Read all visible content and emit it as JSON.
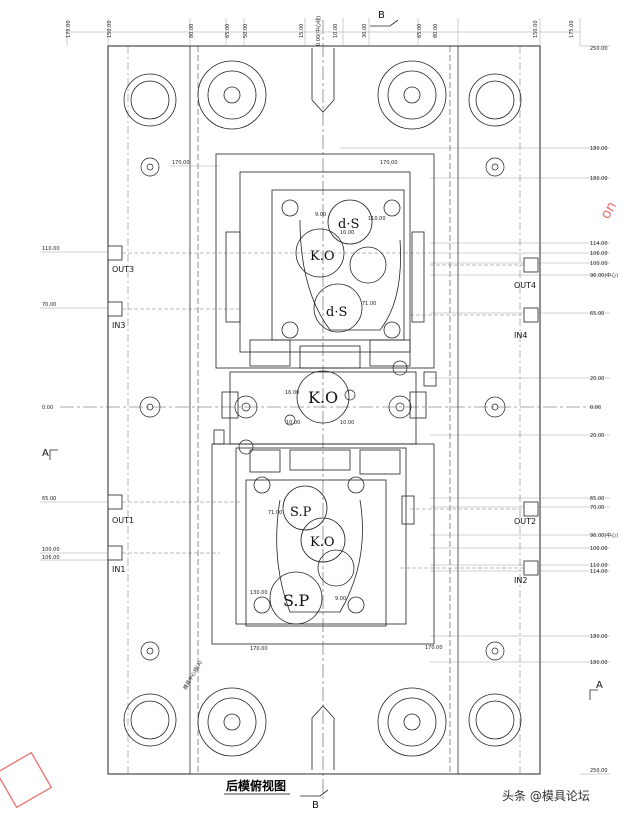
{
  "caption": "后模俯视图",
  "watermark": "头条 @模具论坛",
  "watermark_side": "on",
  "section_marks": {
    "a_left": "A",
    "a_right": "A",
    "b_top": "B",
    "b_bottom": "B"
  },
  "top_dims": [
    "175.00",
    "150.00",
    "80.00",
    "65.00",
    "50.00",
    "15.00",
    "0.00(中心线)",
    "10.00",
    "30.00",
    "65.00",
    "80.00",
    "150.00",
    "175.00"
  ],
  "right_dims": [
    "250.00",
    "180.00",
    "180.00",
    "114.00",
    "106.00",
    "100.00",
    "96.00(中心)",
    "65.00",
    "20.00",
    "0.00",
    "20.00",
    "65.00",
    "70.00",
    "96.00(中心)",
    "100.00",
    "110.00",
    "114.00",
    "180.00",
    "180.00",
    "250.00"
  ],
  "left_dims": [
    "170.00",
    "110.00",
    "70.00",
    "0.00",
    "65.00",
    "100.00",
    "106.00",
    "170.00"
  ],
  "ports": {
    "out3": "OUT3",
    "in3": "IN3",
    "out4": "OUT4",
    "in4": "IN4",
    "out1": "OUT1",
    "in1": "IN1",
    "out2": "OUT2",
    "in2": "IN2"
  },
  "cavity_labels": {
    "ds": "d·S",
    "ko_upper": "K.O",
    "ds_bottom": "d·S",
    "ko_center": "K.O",
    "sp_top": "S.P",
    "ko_lower": "K.O",
    "sp_bottom": "S.P"
  },
  "inner_dims": [
    "9.00",
    "10.00",
    "71.00",
    "110.00",
    "16.00",
    "9.00",
    "130.00",
    "71.00",
    "10.00",
    "10.00",
    "170.00",
    "170.00"
  ],
  "side_note": "模具中心线(A)"
}
